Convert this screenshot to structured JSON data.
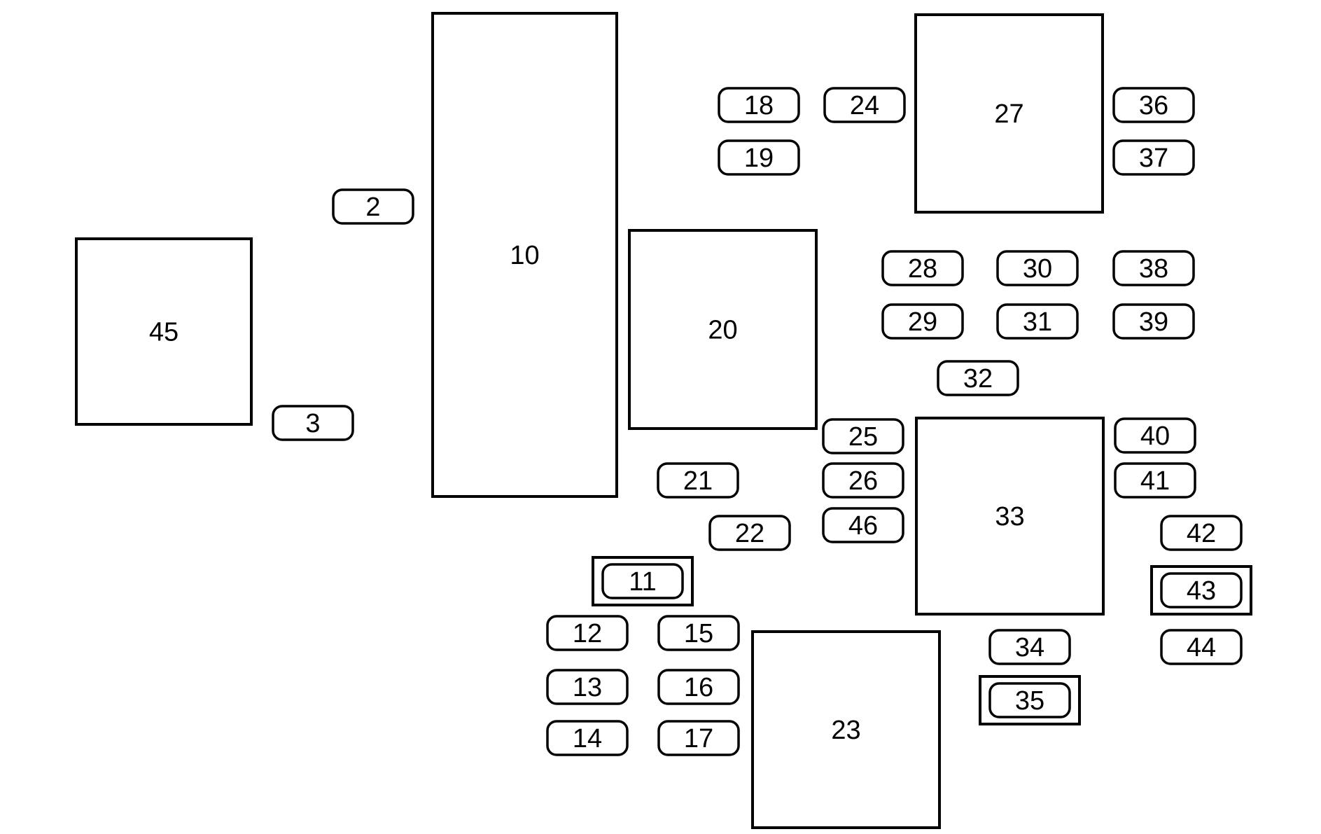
{
  "relays": [
    {
      "id": "45"
    },
    {
      "id": "10"
    },
    {
      "id": "20"
    },
    {
      "id": "27"
    },
    {
      "id": "33"
    },
    {
      "id": "23"
    }
  ],
  "fuses": [
    {
      "id": "2"
    },
    {
      "id": "3"
    },
    {
      "id": "18"
    },
    {
      "id": "19"
    },
    {
      "id": "24"
    },
    {
      "id": "36"
    },
    {
      "id": "37"
    },
    {
      "id": "28"
    },
    {
      "id": "29"
    },
    {
      "id": "30"
    },
    {
      "id": "31"
    },
    {
      "id": "38"
    },
    {
      "id": "39"
    },
    {
      "id": "32"
    },
    {
      "id": "25"
    },
    {
      "id": "26"
    },
    {
      "id": "46"
    },
    {
      "id": "40"
    },
    {
      "id": "41"
    },
    {
      "id": "42"
    },
    {
      "id": "21"
    },
    {
      "id": "22"
    },
    {
      "id": "11",
      "framed": true
    },
    {
      "id": "12"
    },
    {
      "id": "13"
    },
    {
      "id": "14"
    },
    {
      "id": "15"
    },
    {
      "id": "16"
    },
    {
      "id": "17"
    },
    {
      "id": "34"
    },
    {
      "id": "35",
      "framed": true
    },
    {
      "id": "43",
      "framed": true
    },
    {
      "id": "44"
    }
  ]
}
